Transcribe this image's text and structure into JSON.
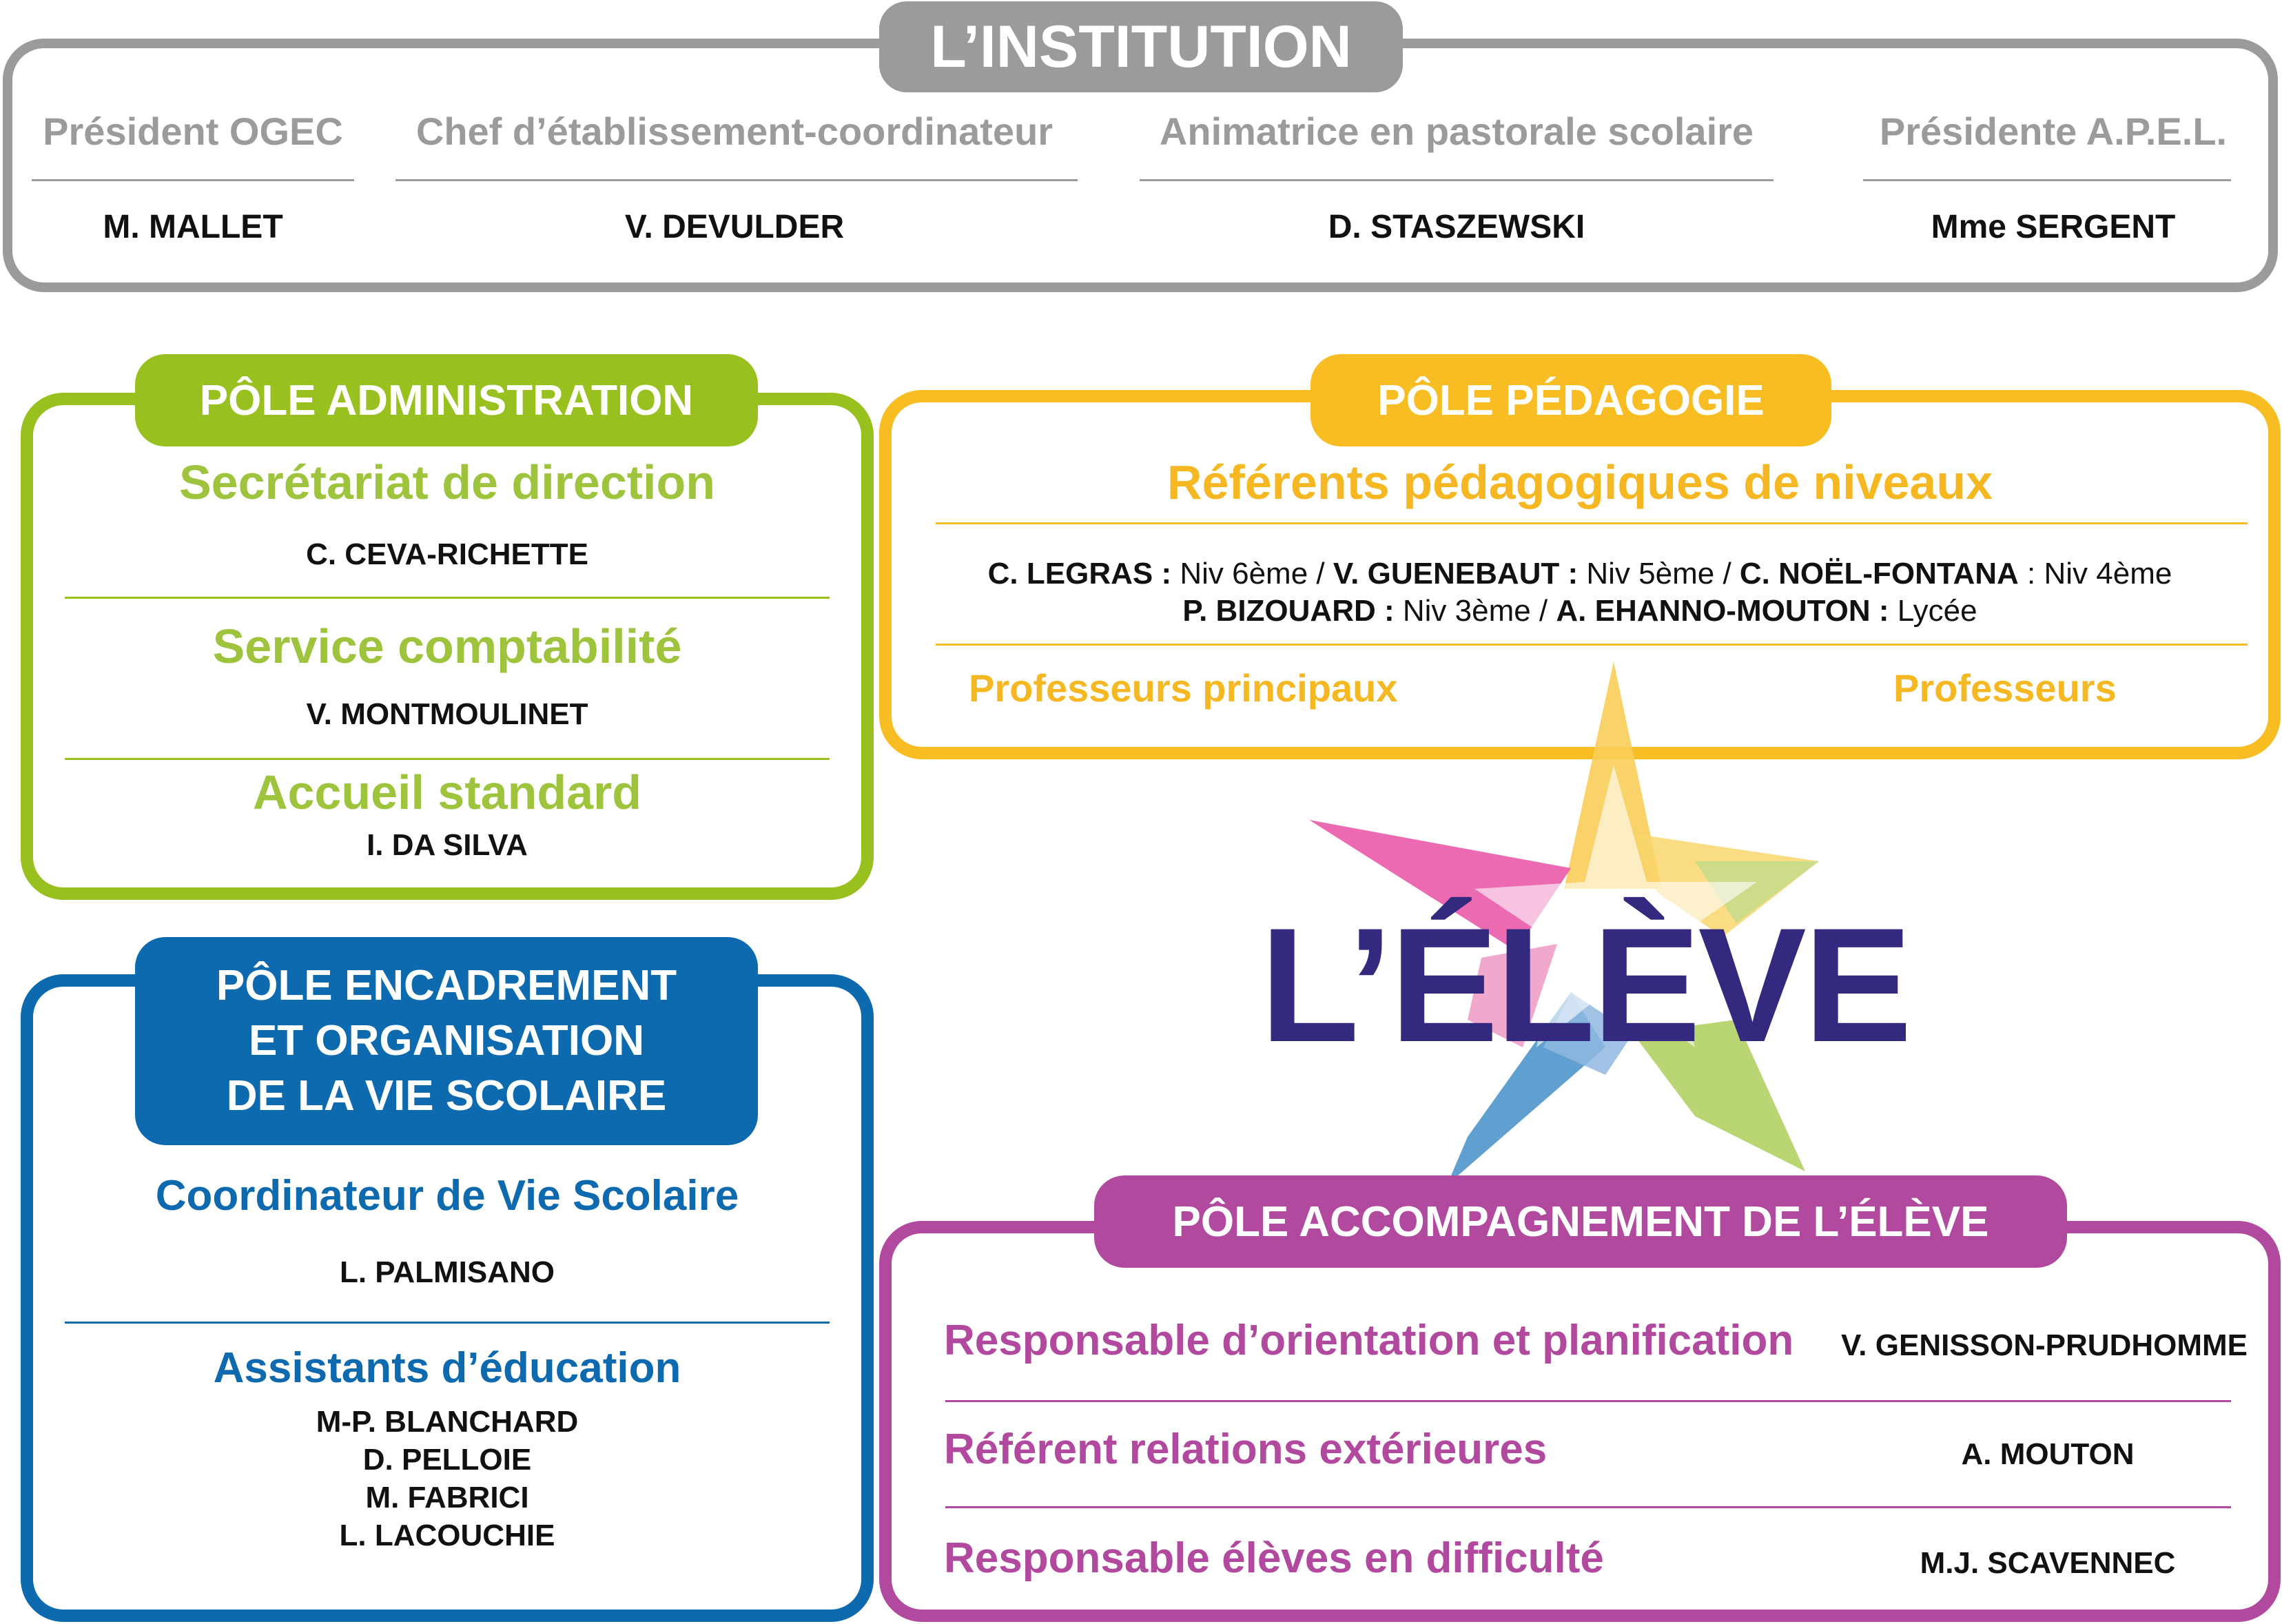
{
  "colors": {
    "institution": "#9b9b9b",
    "administration": "#98c11f",
    "administration_text": "#9dc43c",
    "pedagogie": "#f7bd22",
    "pedagogie_text": "#f6b822",
    "encadrement": "#0e6aae",
    "accompagnement": "#b14a9e",
    "eleve_text": "#33297e"
  },
  "institution": {
    "title": "L’INSTITUTION",
    "members": [
      {
        "role": "Président OGEC",
        "name": "M. MALLET"
      },
      {
        "role": "Chef d’établissement-coordinateur",
        "name": "V. DEVULDER"
      },
      {
        "role": "Animatrice en pastorale scolaire",
        "name": "D. STASZEWSKI"
      },
      {
        "role": "Présidente A.P.E.L.",
        "name": "Mme SERGENT"
      }
    ]
  },
  "administration": {
    "title": "PÔLE ADMINISTRATION",
    "sections": [
      {
        "heading": "Secrétariat de direction",
        "name": "C. CEVA-RICHETTE"
      },
      {
        "heading": "Service comptabilité",
        "name": "V. MONTMOULINET"
      },
      {
        "heading": "Accueil standard",
        "name": "I. DA SILVA"
      }
    ]
  },
  "pedagogie": {
    "title": "PÔLE PÉDAGOGIE",
    "heading": "Référents pédagogiques de niveaux",
    "line1": [
      {
        "name": "C. LEGRAS :",
        "level": " Niv 6ème / "
      },
      {
        "name": "V. GUENEBAUT :",
        "level": " Niv 5ème / "
      },
      {
        "name": "C. NOËL-FONTANA",
        "level": " : Niv 4ème"
      }
    ],
    "line2": [
      {
        "name": "P. BIZOUARD :",
        "level": " Niv 3ème / "
      },
      {
        "name": "A. EHANNO-MOUTON :",
        "level": " Lycée"
      }
    ],
    "left_label": "Professeurs principaux",
    "right_label": "Professeurs"
  },
  "encadrement": {
    "title_lines": [
      "PÔLE ENCADREMENT",
      "ET ORGANISATION",
      "DE LA VIE SCOLAIRE"
    ],
    "coordinator_heading": "Coordinateur de Vie Scolaire",
    "coordinator_name": "L. PALMISANO",
    "assistants_heading": "Assistants d’éducation",
    "assistants": [
      "M-P. BLANCHARD",
      "D. PELLOIE",
      "M. FABRICI",
      "L. LACOUCHIE"
    ]
  },
  "center": {
    "label": "L’ÉLÈVE"
  },
  "accompagnement": {
    "title": "PÔLE ACCOMPAGNEMENT DE L’ÉLÈVE",
    "rows": [
      {
        "role": "Responsable d’orientation et planification",
        "name": "V. GENISSON-PRUDHOMME"
      },
      {
        "role": "Référent relations extérieures",
        "name": "A. MOUTON"
      },
      {
        "role": "Responsable élèves en difficulté",
        "name": "M.J. SCAVENNEC"
      }
    ]
  }
}
